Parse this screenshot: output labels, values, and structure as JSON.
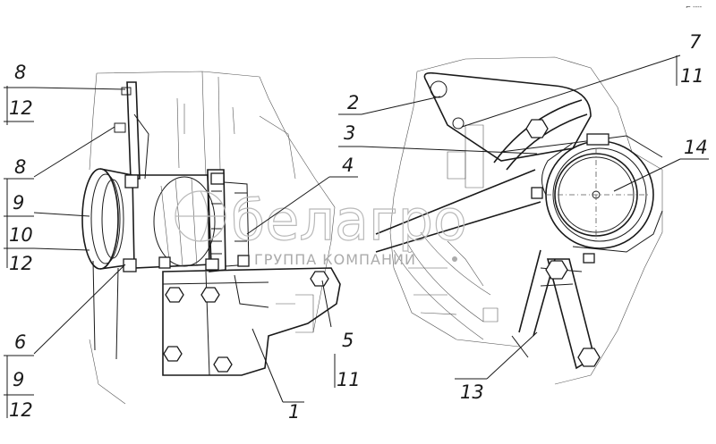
{
  "watermark": {
    "brand": "белагро",
    "subtitle": "ГРУППА КОМПАНИЙ"
  },
  "corner_mark": "⌐ ----",
  "callouts": {
    "left": [
      {
        "id": "lbl-8-top",
        "text": "8"
      },
      {
        "id": "lbl-12-top",
        "text": "12"
      },
      {
        "id": "lbl-8-mid",
        "text": "8"
      },
      {
        "id": "lbl-9-mid",
        "text": "9"
      },
      {
        "id": "lbl-10",
        "text": "10"
      },
      {
        "id": "lbl-12-mid",
        "text": "12"
      },
      {
        "id": "lbl-6",
        "text": "6"
      },
      {
        "id": "lbl-9-bot",
        "text": "9"
      },
      {
        "id": "lbl-12-bot",
        "text": "12"
      },
      {
        "id": "lbl-4",
        "text": "4"
      },
      {
        "id": "lbl-5",
        "text": "5"
      },
      {
        "id": "lbl-11-left",
        "text": "11"
      },
      {
        "id": "lbl-1",
        "text": "1"
      }
    ],
    "right": [
      {
        "id": "lbl-2",
        "text": "2"
      },
      {
        "id": "lbl-3",
        "text": "3"
      },
      {
        "id": "lbl-7",
        "text": "7"
      },
      {
        "id": "lbl-11-right",
        "text": "11"
      },
      {
        "id": "lbl-14",
        "text": "14"
      },
      {
        "id": "lbl-13",
        "text": "13"
      }
    ]
  }
}
